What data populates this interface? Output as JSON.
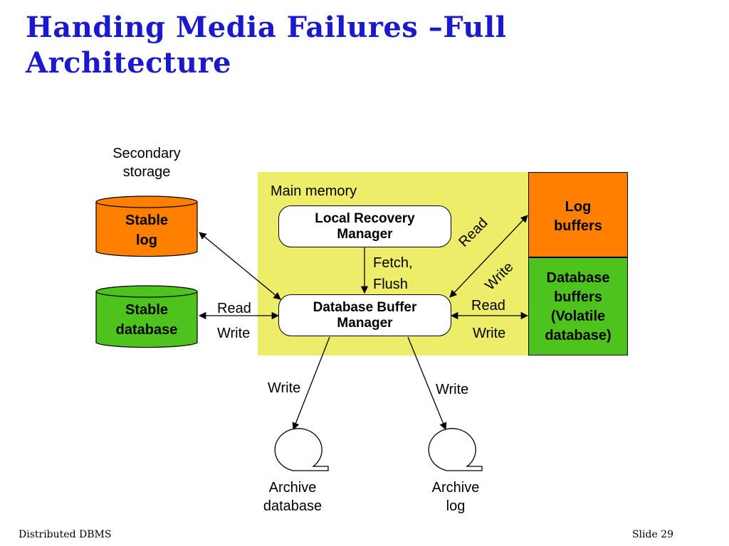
{
  "slide": {
    "title": "Handing Media Failures –Full Architecture",
    "footer_left": "Distributed DBMS",
    "footer_right": "Slide 29"
  },
  "diagram": {
    "secondary_storage": [
      "Secondary",
      "storage"
    ],
    "main_memory": "Main memory",
    "stable_log": [
      "Stable",
      "log"
    ],
    "stable_database": [
      "Stable",
      "database"
    ],
    "local_recovery_manager": [
      "Local Recovery",
      "Manager"
    ],
    "database_buffer_manager": [
      "Database Buffer",
      "Manager"
    ],
    "log_buffers": [
      "Log",
      "buffers"
    ],
    "database_buffers": [
      "Database",
      "buffers",
      "(Volatile",
      "database)"
    ],
    "archive_database": [
      "Archive",
      "database"
    ],
    "archive_log": [
      "Archive",
      "log"
    ],
    "fetch_flush": [
      "Fetch,",
      "Flush"
    ],
    "read_left": "Read",
    "write_left": "Write",
    "read_right": "Read",
    "write_right": "Write",
    "read_diag": "Read",
    "write_diag": "Write",
    "write_archive_db": "Write",
    "write_archive_log": "Write"
  },
  "colors": {
    "title": "#1a1acc",
    "main_memory": "#eded6a",
    "log": "#ff8000",
    "database": "#4ec31e"
  }
}
